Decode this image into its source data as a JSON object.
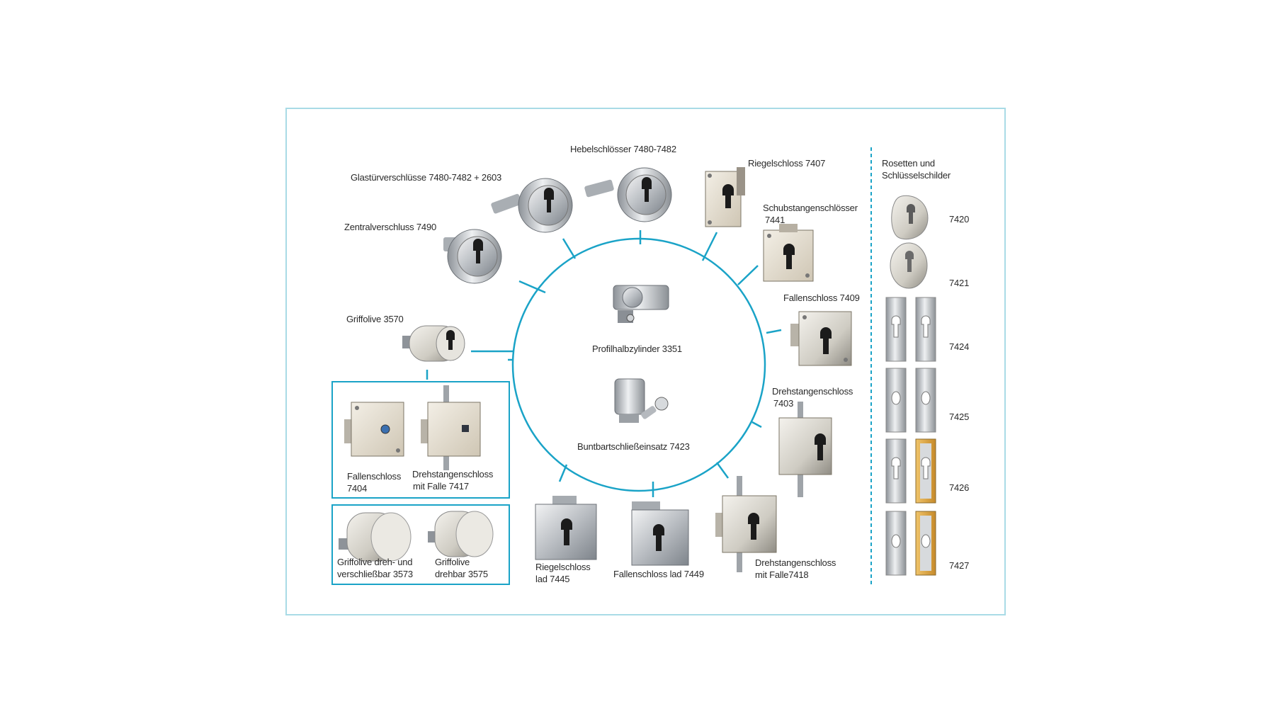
{
  "colors": {
    "frame": "#a9dbe6",
    "accent": "#1aa3c7",
    "metal": "#c9ccd0",
    "brass": "#d8a24a"
  },
  "center": {
    "profilhalbzylinder": "Profilhalbzylinder 3351",
    "buntbart": "Buntbartschließeinsatz 7423"
  },
  "items": {
    "glastuer": "Glastürverschlüsse 7480-7482 + 2603",
    "hebel": "Hebelschlösser 7480-7482",
    "riegel7407": "Riegelschloss 7407",
    "schub_l1": "Schubstangenschlösser",
    "schub_l2": "7441",
    "zentral": "Zentralverschluss 7490",
    "fallen7409": "Fallenschloss 7409",
    "griff3570": "Griffolive 3570",
    "dreh7403_l1": "Drehstangenschloss",
    "dreh7403_l2": "7403",
    "fallen7404_l1": "Fallenschloss",
    "fallen7404_l2": "7404",
    "dreh7417_l1": "Drehstangenschloss",
    "dreh7417_l2": "mit Falle 7417",
    "griff3573_l1": "Griffolive dreh- und",
    "griff3573_l2": "verschließbar 3573",
    "griff3575_l1": "Griffolive",
    "griff3575_l2": "drehbar 3575",
    "riegel7445_l1": "Riegelschloss",
    "riegel7445_l2": "lad 7445",
    "fallen7449": "Fallenschloss lad 7449",
    "dreh7418_l1": "Drehstangenschloss",
    "dreh7418_l2": "mit Falle7418"
  },
  "sidebar": {
    "title_l1": "Rosetten und",
    "title_l2": "Schlüsselschilder",
    "numbers": [
      "7420",
      "7421",
      "7424",
      "7425",
      "7426",
      "7427"
    ]
  }
}
